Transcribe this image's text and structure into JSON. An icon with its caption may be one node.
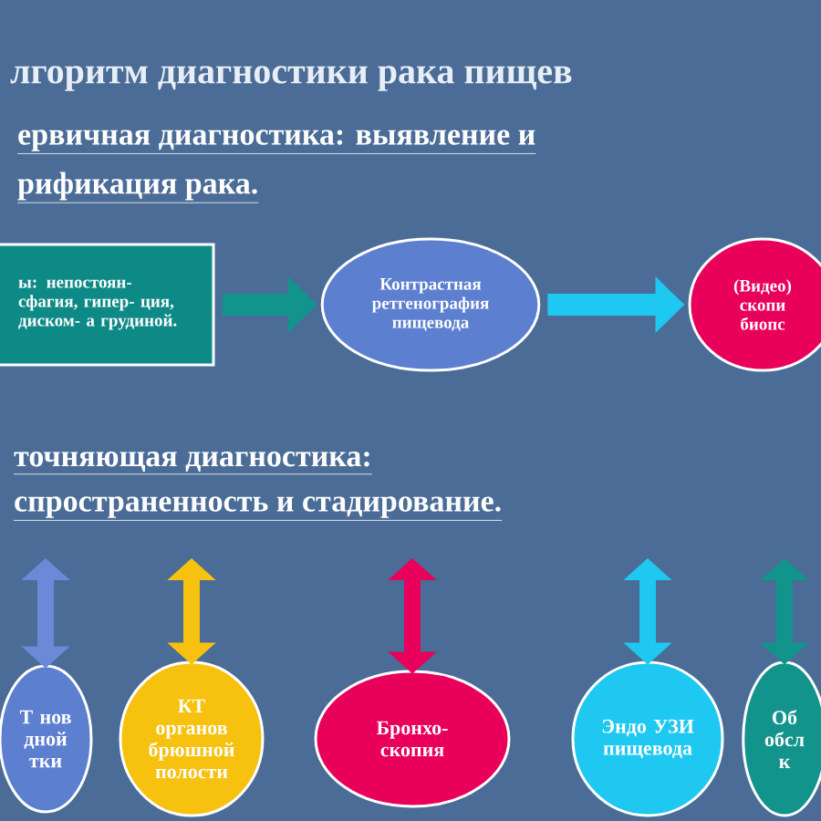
{
  "diagram": {
    "title": "лгоритм диагностики рака пищев",
    "nodes": [
      {
        "text": [
          "ы: непостоян- сфагия, гипер- ция, диском- а грудиной."
        ]
      },
      {
        "text": [
          "Контрастная ретгенография пищевода"
        ]
      },
      {
        "text": [
          "(Видео) скопи биопс"
        ]
      },
      {
        "text": [
          "Т нов дной тки"
        ]
      },
      {
        "text": [
          "КТ органов брюшной полости"
        ]
      },
      {
        "text": [
          "Бронхо- скопия"
        ]
      },
      {
        "text": [
          "Эндо УЗИ пищевода"
        ]
      },
      {
        "text": [
          "Об обсл к"
        ]
      }
    ],
    "edges": [
      {
        "from": 0,
        "to": 1,
        "arrow": "to",
        "color": "#12948c"
      },
      {
        "from": 1,
        "to": 2,
        "arrow": "to",
        "color": "#1ec8f0"
      },
      {
        "from": null,
        "to": 3,
        "arrow": "both",
        "color": "#6a8ad8"
      },
      {
        "from": null,
        "to": 4,
        "arrow": "both",
        "color": "#f7c10f"
      },
      {
        "from": null,
        "to": 5,
        "arrow": "both",
        "color": "#e8005a"
      },
      {
        "from": null,
        "to": 6,
        "arrow": "both",
        "color": "#1ec8f0"
      },
      {
        "from": null,
        "to": 7,
        "arrow": "both",
        "color": "#12948c"
      }
    ],
    "labels": [
      "ервичная диагностика: выявление и",
      "рификация рака.",
      "точняющая диагностика:",
      "спространенность и стадирование."
    ]
  }
}
